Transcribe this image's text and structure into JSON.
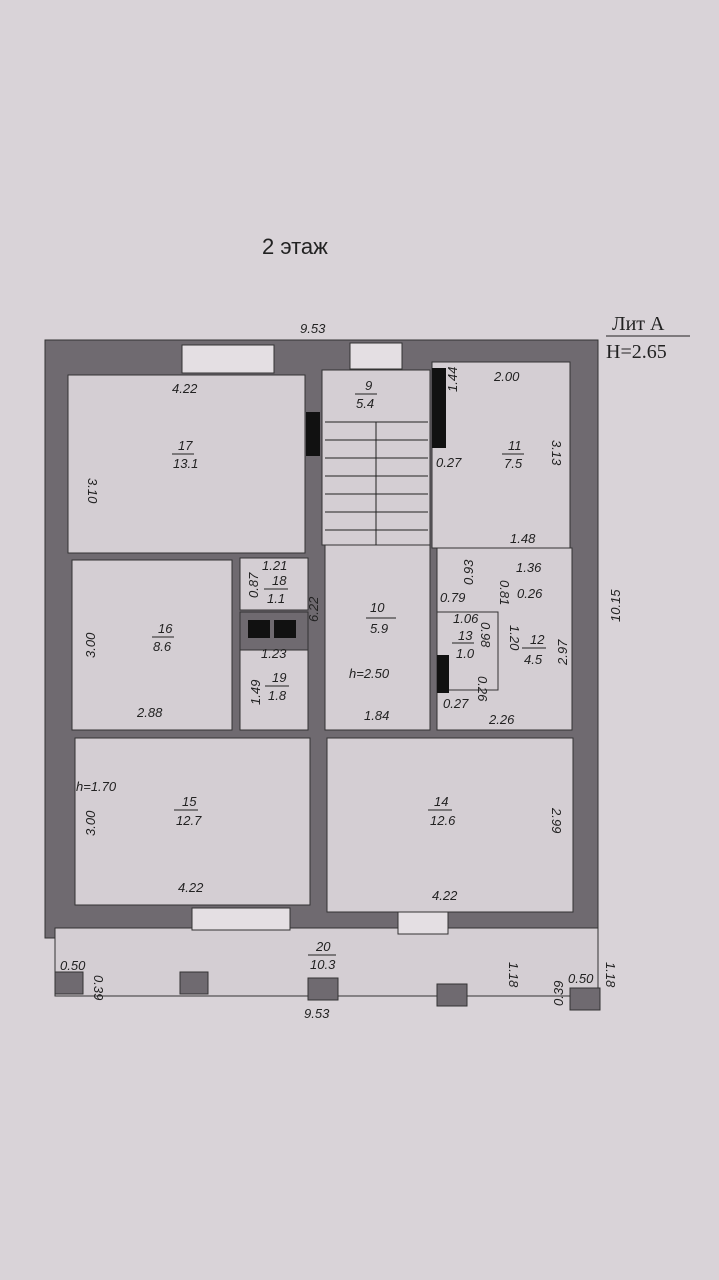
{
  "title": "2 этаж",
  "lit": {
    "name": "Лит А",
    "height": "H=2.65"
  },
  "overall": {
    "top_width": "9.53",
    "bottom_width": "9.53",
    "right_height": "10.15"
  },
  "rooms": [
    {
      "no": "17",
      "area": "13.1"
    },
    {
      "no": "9",
      "area": "5.4"
    },
    {
      "no": "11",
      "area": "7.5"
    },
    {
      "no": "16",
      "area": "8.6"
    },
    {
      "no": "18",
      "area": "1.1"
    },
    {
      "no": "19",
      "area": "1.8"
    },
    {
      "no": "10",
      "area": "5.9"
    },
    {
      "no": "13",
      "area": "1.0"
    },
    {
      "no": "12",
      "area": "4.5"
    },
    {
      "no": "15",
      "area": "12.7"
    },
    {
      "no": "14",
      "area": "12.6"
    },
    {
      "no": "20",
      "area": "10.3"
    }
  ],
  "heights": {
    "corridor": "h=2.50",
    "room15": "h=1.70"
  },
  "dims": [
    "4.22",
    "3.10",
    "2.00",
    "1.44",
    "0.27",
    "3.13",
    "1.48",
    "0.93",
    "0.79",
    "0.81",
    "1.36",
    "0.26",
    "1.21",
    "0.87",
    "6.22",
    "1.06",
    "0.98",
    "1.20",
    "2.97",
    "3.00",
    "1.23",
    "1.49",
    "2.88",
    "1.84",
    "0.26",
    "0.27",
    "2.26",
    "3.00",
    "4.22",
    "4.22",
    "2.99",
    "0.50",
    "0.39",
    "1.18",
    "0.39",
    "0.50",
    "1.18"
  ]
}
